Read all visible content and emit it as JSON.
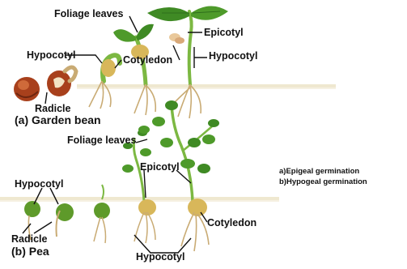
{
  "garden_bean": {
    "caption": "(a) Garden bean",
    "labels": {
      "foliage_leaves": "Foliage leaves",
      "hypocotyl_left": "Hypocotyl",
      "epicotyl": "Epicotyl",
      "hypocotyl_right": "Hypocotyl",
      "cotyledon": "Cotyledon",
      "radicle": "Radicle"
    }
  },
  "pea": {
    "caption": "(b) Pea",
    "labels": {
      "foliage_leaves": "Foliage leaves",
      "epicotyl": "Epicotyl",
      "hypocotyl_left": "Hypocotyl",
      "radicle": "Radicle",
      "cotyledon": "Cotyledon",
      "hypocotyl_bottom": "Hypocotyl"
    }
  },
  "legend": {
    "a": "a)Epigeal germination",
    "b": "b)Hypogeal germination"
  },
  "colors": {
    "label_text": "#111111",
    "leaf_green": "#4e9a2a",
    "leaf_dark": "#2f6e1c",
    "stem_green": "#6fb43a",
    "seed_brown": "#a8401c",
    "cotyledon_yellow": "#d8b75a",
    "root_tan": "#c9ab74",
    "soil_line": "#e9e2c9"
  }
}
